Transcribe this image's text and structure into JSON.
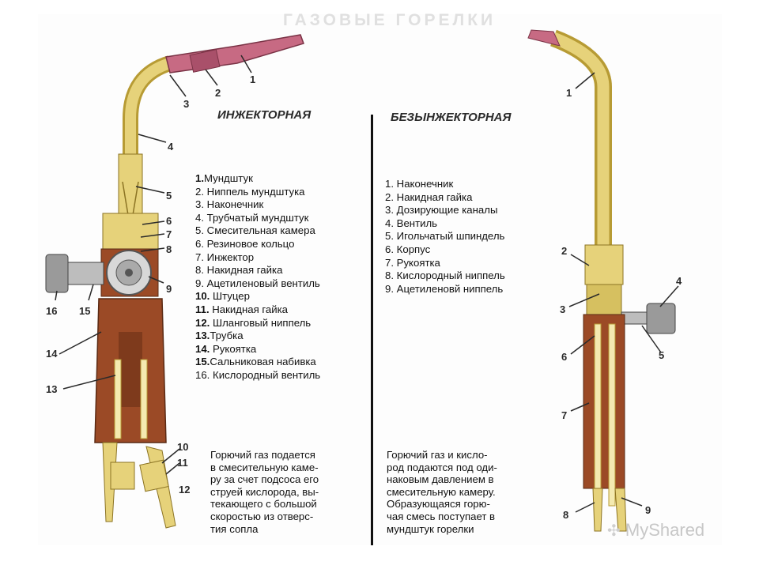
{
  "title": "ГАЗОВЫЕ ГОРЕЛКИ",
  "injector": {
    "heading": "ИНЖЕКТОРНАЯ",
    "legend": [
      {
        "num": "1.",
        "text": "Мундштук"
      },
      {
        "num": "2.",
        "text": "Ниппель мундштука"
      },
      {
        "num": "3.",
        "text": "Наконечник"
      },
      {
        "num": "4.",
        "text": "Трубчатый мундштук"
      },
      {
        "num": "5.",
        "text": "Смесительная камера"
      },
      {
        "num": "6.",
        "text": "Резиновое кольцо"
      },
      {
        "num": "7.",
        "text": "Инжектор"
      },
      {
        "num": "8.",
        "text": "Накидная гайка"
      },
      {
        "num": "9.",
        "text": "Ацетиленовый вентиль"
      },
      {
        "num": "10.",
        "text": "Штуцер"
      },
      {
        "num": "11.",
        "text": "Накидная гайка"
      },
      {
        "num": "12.",
        "text": "Шланговый ниппель"
      },
      {
        "num": "13.",
        "text": "Трубка"
      },
      {
        "num": "14.",
        "text": "Рукоятка"
      },
      {
        "num": "15.",
        "text": "Сальниковая набивка"
      },
      {
        "num": "16.",
        "text": "Кислородный вентиль"
      }
    ],
    "description": "Горючий газ подается\nв смесительную каме-\nру за счет подсоса его\nструей кислорода, вы-\nтекающего с большой\nскоростью из отверс-\nтия сопла",
    "callouts": [
      "1",
      "2",
      "3",
      "4",
      "5",
      "6",
      "7",
      "8",
      "9",
      "10",
      "11",
      "12",
      "13",
      "14",
      "15",
      "16"
    ]
  },
  "noninjector": {
    "heading": "БЕЗЫНЖЕКТОРНАЯ",
    "legend": [
      {
        "num": "1.",
        "text": "Наконечник"
      },
      {
        "num": "2.",
        "text": "Накидная гайка"
      },
      {
        "num": "3.",
        "text": "Дозирующие каналы"
      },
      {
        "num": "4.",
        "text": "Вентиль"
      },
      {
        "num": "5.",
        "text": "Игольчатый шпиндель"
      },
      {
        "num": "6.",
        "text": "Корпус"
      },
      {
        "num": "7.",
        "text": "Рукоятка"
      },
      {
        "num": "8.",
        "text": "Кислородный ниппель"
      },
      {
        "num": "9.",
        "text": "Ацетиленовй ниппель"
      }
    ],
    "description": "Горючий газ и кисло-\nрод подаются под оди-\nнаковым давлением в\nсмесительную камеру.\nОбразующаяся горю-\nчая смесь поступает в\nмундштук горелки",
    "callouts": [
      "1",
      "2",
      "3",
      "4",
      "5",
      "6",
      "7",
      "8",
      "9"
    ]
  },
  "watermark": "MyShared",
  "colors": {
    "brass": "#e6d27a",
    "brass_dark": "#b79b34",
    "handle": "#9b4a26",
    "nozzle": "#c76a83",
    "steel": "#8c8c8c"
  }
}
